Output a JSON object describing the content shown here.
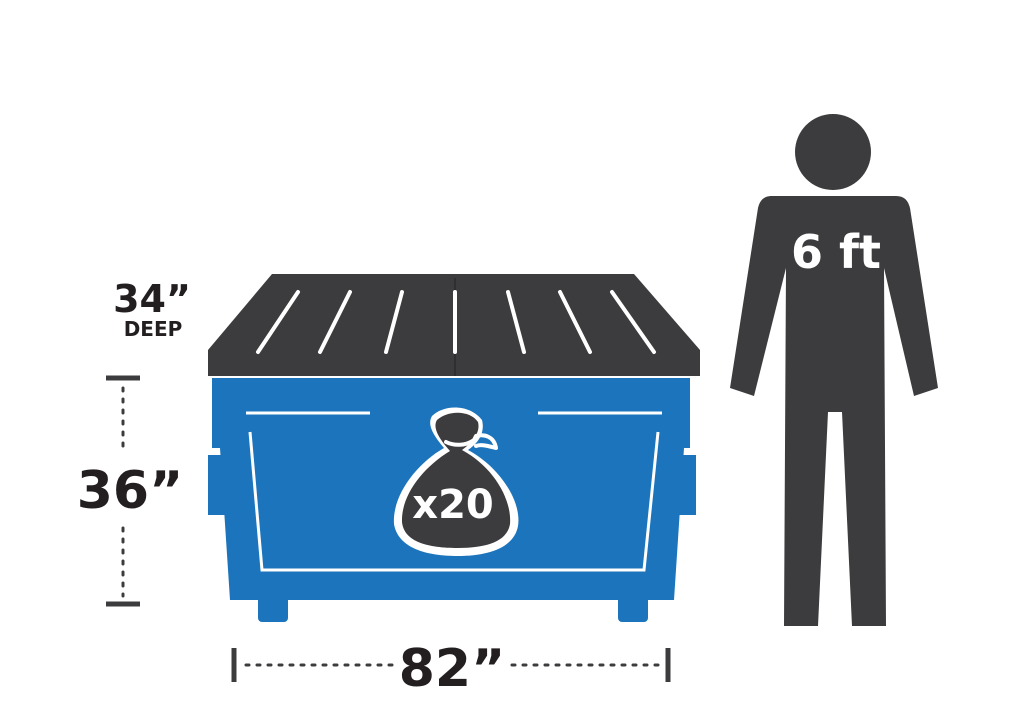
{
  "dimensions": {
    "depth_value": "34”",
    "depth_label": "DEEP",
    "height_value": "36”",
    "width_value": "82”"
  },
  "capacity": {
    "bag_count": "x20"
  },
  "person": {
    "height_label": "6 ft"
  },
  "colors": {
    "dumpster_body": "#1c75bc",
    "dumpster_lid": "#3c3c3e",
    "silhouette": "#3c3c3e",
    "text": "#231f20",
    "lines": "#ffffff"
  },
  "icons": {
    "bag": "trash-bag-icon",
    "person": "person-silhouette-icon"
  }
}
